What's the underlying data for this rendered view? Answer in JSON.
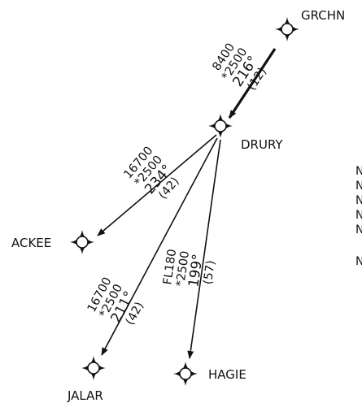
{
  "colors": {
    "ink": "#111111",
    "background": "#ffffff"
  },
  "fix_icon": "waypoint-star-icon",
  "fixes": [
    {
      "id": "grchn",
      "name": "GRCHN"
    },
    {
      "id": "drury",
      "name": "DRURY"
    },
    {
      "id": "ackee",
      "name": "ACKEE"
    },
    {
      "id": "jalar",
      "name": "JALAR"
    },
    {
      "id": "hagie",
      "name": "HAGIE"
    }
  ],
  "legs": [
    {
      "id": "grchn-drury",
      "from": "GRCHN",
      "to": "DRURY",
      "mea": "8400",
      "moca": "*2500",
      "course": "216°",
      "distance": "(12)"
    },
    {
      "id": "drury-ackee",
      "from": "DRURY",
      "to": "ACKEE",
      "mea": "16700",
      "moca": "*2500",
      "course": "234°",
      "distance": "(42)"
    },
    {
      "id": "drury-jalar",
      "from": "DRURY",
      "to": "JALAR",
      "mea": "16700",
      "moca": "*2500",
      "course": "211°",
      "distance": "(42)"
    },
    {
      "id": "drury-hagie",
      "from": "DRURY",
      "to": "HAGIE",
      "mea": "FL180",
      "moca": "*2500",
      "course": "199°",
      "distance": "(57)"
    }
  ],
  "margin_marks": [
    "N",
    "N",
    "N",
    "N",
    "N",
    "N"
  ]
}
